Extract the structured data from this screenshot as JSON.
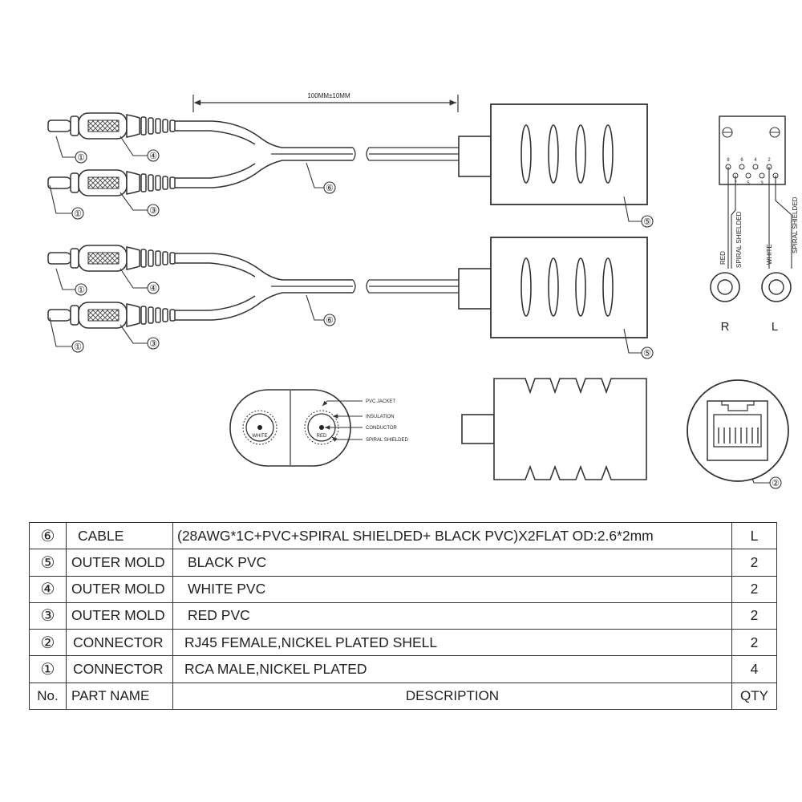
{
  "dimension_label": "100MM±10MM",
  "balloon_numbers": [
    "①",
    "②",
    "③",
    "④",
    "⑤",
    "⑥"
  ],
  "wiring": {
    "pin_labels": [
      "8",
      "6",
      "4",
      "2",
      "7",
      "5",
      "3",
      "1"
    ],
    "wire_labels": [
      "RED",
      "SPIRAL SHIELDED",
      "WHITE",
      "SPIRAL SHIELDED"
    ],
    "channel_right": "R",
    "channel_left": "L"
  },
  "cross_section": {
    "left_label": "WHITE",
    "right_label": "RED",
    "callouts": [
      "PVC JACKET",
      "INSULATION",
      "CONDUCTOR",
      "SPIRAL SHIELDED"
    ]
  },
  "bom": {
    "rows": [
      {
        "no": "⑥",
        "part": "CABLE",
        "desc": "(28AWG*1C+PVC+SPIRAL SHIELDED+ BLACK PVC)X2FLAT OD:2.6*2mm",
        "qty": "L"
      },
      {
        "no": "⑤",
        "part": "OUTER MOLD",
        "desc": "BLACK PVC",
        "qty": "2"
      },
      {
        "no": "④",
        "part": "OUTER MOLD",
        "desc": "WHITE PVC",
        "qty": "2"
      },
      {
        "no": "③",
        "part": "OUTER MOLD",
        "desc": "RED PVC",
        "qty": "2"
      },
      {
        "no": "②",
        "part": "CONNECTOR",
        "desc": "RJ45 FEMALE,NICKEL PLATED SHELL",
        "qty": "2"
      },
      {
        "no": "①",
        "part": "CONNECTOR",
        "desc": "RCA MALE,NICKEL PLATED",
        "qty": "4"
      }
    ],
    "header": {
      "no": "No.",
      "part": "PART NAME",
      "desc": "DESCRIPTION",
      "qty": "QTY"
    }
  }
}
